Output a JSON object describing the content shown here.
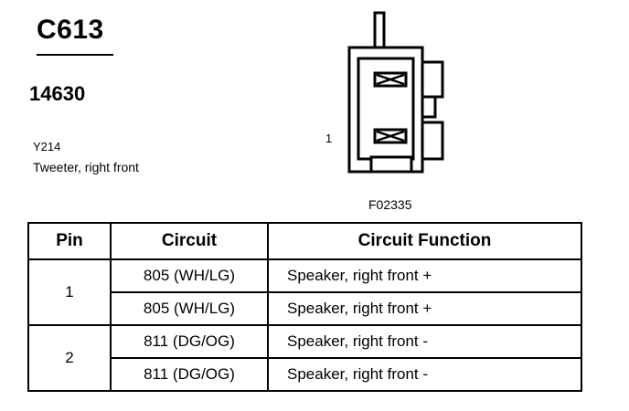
{
  "connector": {
    "id": "C613",
    "part_number": "14630",
    "component_code": "Y214",
    "component_desc": "Tweeter, right front",
    "pin_marker": "1",
    "figure_code": "F02335"
  },
  "table": {
    "headers": [
      "Pin",
      "Circuit",
      "Circuit Function"
    ],
    "groups": [
      {
        "pin": "1",
        "rows": [
          {
            "circuit": "805 (WH/LG)",
            "function": "Speaker, right front +"
          },
          {
            "circuit": "805 (WH/LG)",
            "function": "Speaker, right front +"
          }
        ]
      },
      {
        "pin": "2",
        "rows": [
          {
            "circuit": "811 (DG/OG)",
            "function": "Speaker, right front -"
          },
          {
            "circuit": "811 (DG/OG)",
            "function": "Speaker, right front -"
          }
        ]
      }
    ]
  }
}
